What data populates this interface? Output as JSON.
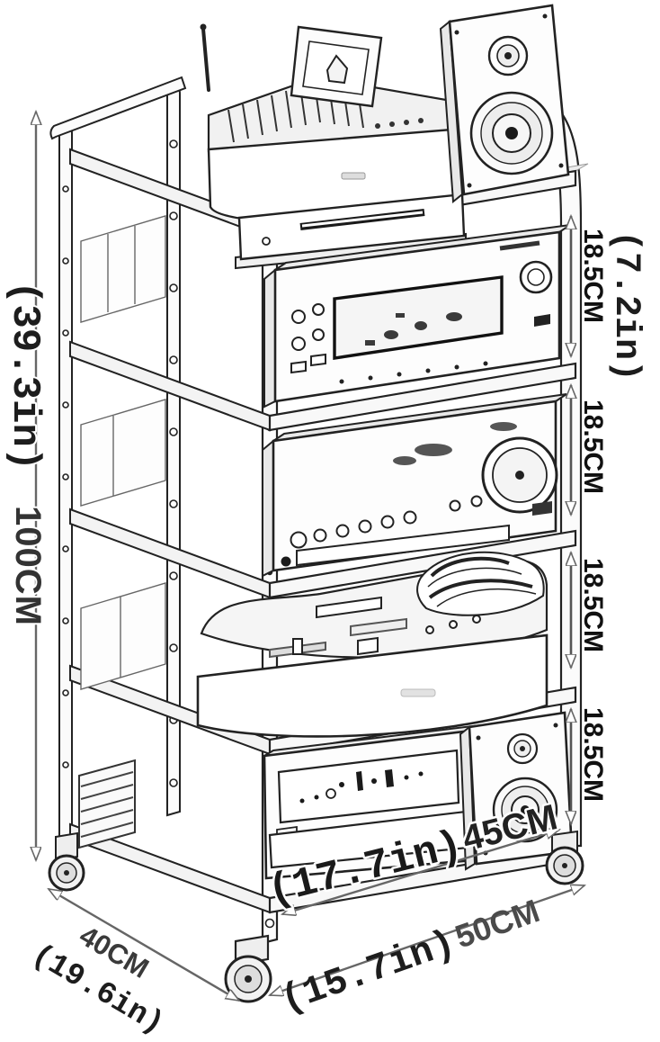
{
  "dims": {
    "height_in": "(39.3in)",
    "height_cm": "100CM",
    "top_gap_in": "(7.2in)",
    "spacing": [
      "18.5CM",
      "18.5CM",
      "18.5CM",
      "18.5CM"
    ],
    "inner_width_in": "(17.7in)",
    "inner_width_cm": "45CM",
    "depth_cm": "40CM",
    "depth_in": "(19.6in)",
    "width_in": "(15.7in)",
    "width_cm": "50CM"
  },
  "colors": {
    "line": "#1f1f1f",
    "dimension": "#666666",
    "background": "#ffffff"
  }
}
